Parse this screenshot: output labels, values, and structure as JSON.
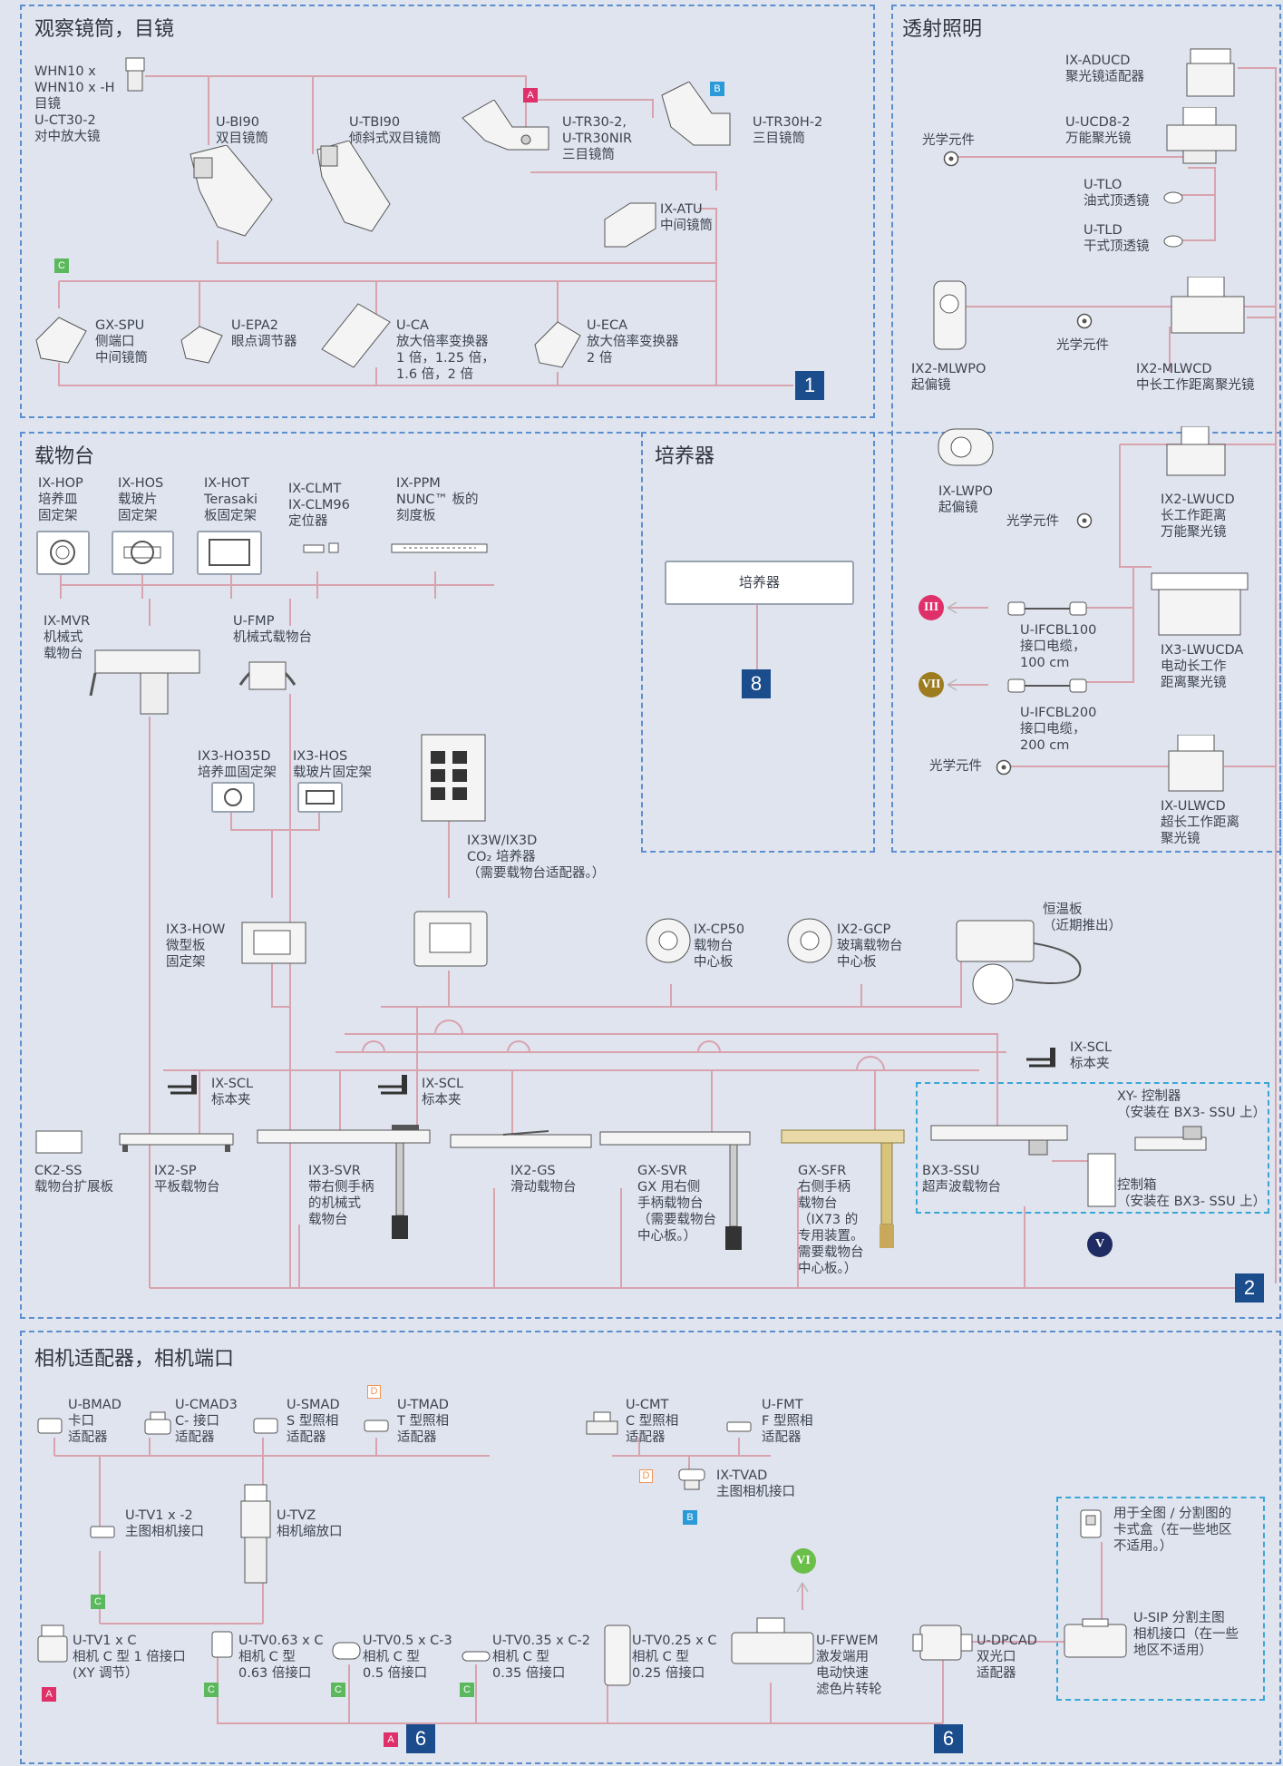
{
  "colors": {
    "line": "#d9a3ae",
    "border": "#5b8fd0",
    "bg": "#dfe4ee",
    "badge": "#1b4d8c"
  },
  "sections": {
    "s1": {
      "title": "观察镜筒，目镜",
      "num": "1"
    },
    "s_trans": {
      "title": "透射照明"
    },
    "s2": {
      "title": "载物台",
      "num": "2"
    },
    "s8": {
      "title": "培养器",
      "num": "8",
      "box": "培养器"
    },
    "s6": {
      "title": "相机适配器，相机端口",
      "num": "6"
    }
  },
  "s1": {
    "whn": [
      "WHN10 x",
      "WHN10 x -H",
      "目镜",
      "U-CT30-2",
      "对中放大镜"
    ],
    "ubi90": [
      "U-BI90",
      "双目镜筒"
    ],
    "utbi90": [
      "U-TBI90",
      "倾斜式双目镜筒"
    ],
    "utr30": [
      "U-TR30-2,",
      "U-TR30NIR",
      "三目镜筒"
    ],
    "utr30h": [
      "U-TR30H-2",
      "三目镜筒"
    ],
    "ixatu": [
      "IX-ATU",
      "中间镜筒"
    ],
    "gxspu": [
      "GX-SPU",
      "侧端口",
      "中间镜筒"
    ],
    "uepa2": [
      "U-EPA2",
      "眼点调节器"
    ],
    "uca": [
      "U-CA",
      "放大倍率变换器",
      "1 倍，1.25 倍，",
      "1.6 倍，2 倍"
    ],
    "ueca": [
      "U-ECA",
      "放大倍率变换器",
      "2 倍"
    ]
  },
  "trans": {
    "adcd": [
      "IX-ADUCD",
      "聚光镜适配器"
    ],
    "ucd8": [
      "U-UCD8-2",
      "万能聚光镜"
    ],
    "optic": "光学元件",
    "utlo": [
      "U-TLO",
      "油式顶透镜"
    ],
    "utld": [
      "U-TLD",
      "干式顶透镜"
    ],
    "mlwpo": [
      "IX2-MLWPO",
      "起偏镜"
    ],
    "mlwcd": [
      "IX2-MLWCD",
      "中长工作距离聚光镜"
    ],
    "lwpo": [
      "IX-LWPO",
      "起偏镜"
    ],
    "lwucd": [
      "IX2-LWUCD",
      "长工作距离",
      "万能聚光镜"
    ],
    "cbl100": [
      "U-IFCBL100",
      "接口电缆，",
      "100 cm"
    ],
    "cbl200": [
      "U-IFCBL200",
      "接口电缆，",
      "200 cm"
    ],
    "lwucda": [
      "IX3-LWUCDA",
      "电动长工作",
      "距离聚光镜"
    ],
    "ulwcd": [
      "IX-ULWCD",
      "超长工作距离",
      "聚光镜"
    ],
    "c3": "III",
    "c7": "VII"
  },
  "s2": {
    "hop": [
      "IX-HOP",
      "培养皿",
      "固定架"
    ],
    "hos": [
      "IX-HOS",
      "载玻片",
      "固定架"
    ],
    "hot": [
      "IX-HOT",
      "Terasaki",
      "板固定架"
    ],
    "clmt": [
      "IX-CLMT",
      "IX-CLM96",
      "定位器"
    ],
    "ppm": [
      "IX-PPM",
      "NUNC™ 板的",
      "刻度板"
    ],
    "mvr": [
      "IX-MVR",
      "机械式",
      "载物台"
    ],
    "fmp": [
      "U-FMP",
      "机械式载物台"
    ],
    "ho35d": [
      "IX3-HO35D",
      "培养皿固定架"
    ],
    "ix3hos": [
      "IX3-HOS",
      "载玻片固定架"
    ],
    "co2": [
      "IX3W/IX3D",
      "CO₂ 培养器",
      "（需要载物台适配器。）"
    ],
    "how": [
      "IX3-HOW",
      "微型板",
      "固定架"
    ],
    "cp50": [
      "IX-CP50",
      "载物台",
      "中心板"
    ],
    "gcp": [
      "IX2-GCP",
      "玻璃载物台",
      "中心板"
    ],
    "heat": [
      "恒温板",
      "（近期推出）"
    ],
    "scl": [
      "IX-SCL",
      "标本夹"
    ],
    "ck2ss": [
      "CK2-SS",
      "载物台扩展板"
    ],
    "ix2sp": [
      "IX2-SP",
      "平板载物台"
    ],
    "svr": [
      "IX3-SVR",
      "带右侧手柄",
      "的机械式",
      "载物台"
    ],
    "gs": [
      "IX2-GS",
      "滑动载物台"
    ],
    "gxsvr": [
      "GX-SVR",
      "GX 用右侧",
      "手柄载物台",
      "（需要载物台",
      "中心板。）"
    ],
    "gxsfr": [
      "GX-SFR",
      "右侧手柄",
      "载物台",
      "（IX73 的",
      "专用装置。",
      "需要载物台",
      "中心板。）"
    ],
    "ssu": [
      "BX3-SSU",
      "超声波载物台"
    ],
    "xy": [
      "XY- 控制器",
      "（安装在 BX3- SSU 上）"
    ],
    "ctrl": [
      "控制箱",
      "（安装在 BX3- SSU 上）"
    ],
    "c5": "V"
  },
  "s6": {
    "bmad": [
      "U-BMAD",
      "卡口",
      "适配器"
    ],
    "cmad3": [
      "U-CMAD3",
      "C- 接口",
      "适配器"
    ],
    "smad": [
      "U-SMAD",
      "S 型照相",
      "适配器"
    ],
    "tmad": [
      "U-TMAD",
      "T 型照相",
      "适配器"
    ],
    "cmt": [
      "U-CMT",
      "C 型照相",
      "适配器"
    ],
    "fmt": [
      "U-FMT",
      "F 型照相",
      "适配器"
    ],
    "tvad": [
      "IX-TVAD",
      "主图相机接口"
    ],
    "tv1x2": [
      "U-TV1 x -2",
      "主图相机接口"
    ],
    "tvz": [
      "U-TVZ",
      "相机缩放口"
    ],
    "tv1xc": [
      "U-TV1 x C",
      "相机 C 型 1 倍接口",
      "(XY 调节）"
    ],
    "tv063": [
      "U-TV0.63 x C",
      "相机 C 型",
      "0.63 倍接口"
    ],
    "tv05": [
      "U-TV0.5 x C-3",
      "相机 C 型",
      "0.5 倍接口"
    ],
    "tv035": [
      "U-TV0.35 x C-2",
      "相机 C 型",
      "0.35 倍接口"
    ],
    "tv025": [
      "U-TV0.25 x C",
      "相机 C 型",
      "0.25 倍接口"
    ],
    "ffwem": [
      "U-FFWEM",
      "激发端用",
      "电动快速",
      "滤色片转轮"
    ],
    "dpcad": [
      "U-DPCAD",
      "双光口",
      "适配器"
    ],
    "cassette": [
      "用于全图 / 分割图的",
      "卡式盒（在一些地区",
      "不适用。）"
    ],
    "usip": [
      "U-SIP 分割主图",
      "相机接口（在一些",
      "地区不适用）"
    ],
    "c6": "VI"
  },
  "tags": {
    "a": "A",
    "b": "B",
    "c": "C",
    "d": "D"
  }
}
